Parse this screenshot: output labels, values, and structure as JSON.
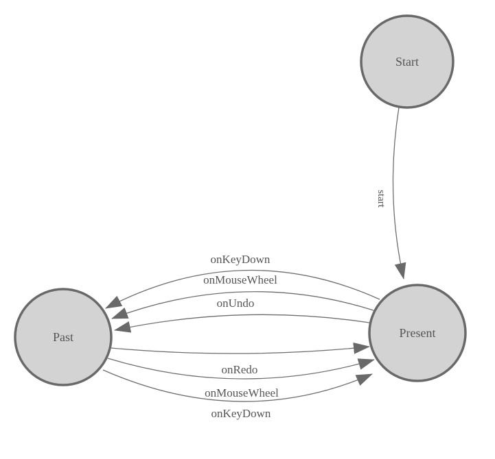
{
  "diagram": {
    "type": "state-machine",
    "nodes": [
      {
        "id": "start",
        "label": "Start"
      },
      {
        "id": "past",
        "label": "Past"
      },
      {
        "id": "present",
        "label": "Present"
      }
    ],
    "edges": [
      {
        "from": "start",
        "to": "present",
        "label": "start"
      },
      {
        "from": "present",
        "to": "past",
        "label": "onKeyDown"
      },
      {
        "from": "present",
        "to": "past",
        "label": "onMouseWheel"
      },
      {
        "from": "present",
        "to": "past",
        "label": "onUndo"
      },
      {
        "from": "past",
        "to": "present",
        "label": "onRedo"
      },
      {
        "from": "past",
        "to": "present",
        "label": "onMouseWheel"
      },
      {
        "from": "past",
        "to": "present",
        "label": "onKeyDown"
      }
    ],
    "colors": {
      "background": "#ffffff",
      "node_fill": "#d3d3d3",
      "node_stroke": "#696969",
      "edge_stroke": "#6e6e6e",
      "arrow_fill": "#696969",
      "label_text": "#555555"
    }
  }
}
